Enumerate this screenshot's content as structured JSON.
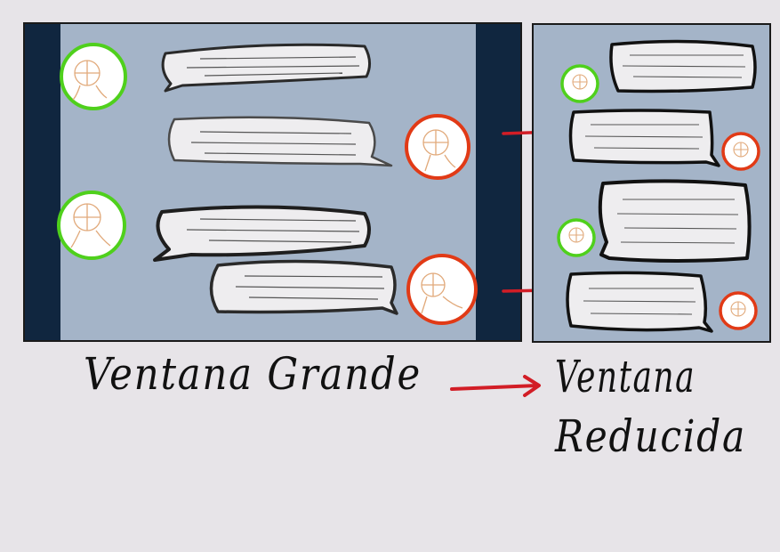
{
  "labels": {
    "large_window": "Ventana Grande",
    "reduced_window_line1": "Ventana",
    "reduced_window_line2": "Reducida"
  },
  "colors": {
    "background": "#e7e4e8",
    "window_fill": "#a4b4c8",
    "side_margin": "#10263f",
    "bubble_fill": "#eeedef",
    "bubble_stroke": "#2a2a2a",
    "avatar_self": "#4fd01c",
    "avatar_other": "#e13a16",
    "avatar_sketch": "#e1a97a",
    "arrow": "#d21d26"
  },
  "large_window": {
    "messages": [
      {
        "sender": "self",
        "avatar_icon": "user-avatar-icon"
      },
      {
        "sender": "other",
        "avatar_icon": "user-avatar-icon"
      },
      {
        "sender": "self",
        "avatar_icon": "user-avatar-icon"
      },
      {
        "sender": "other",
        "avatar_icon": "user-avatar-icon"
      }
    ]
  },
  "reduced_window": {
    "messages": [
      {
        "sender": "self",
        "avatar_icon": "user-avatar-icon"
      },
      {
        "sender": "other",
        "avatar_icon": "user-avatar-icon"
      },
      {
        "sender": "self",
        "avatar_icon": "user-avatar-icon"
      },
      {
        "sender": "other",
        "avatar_icon": "user-avatar-icon"
      }
    ]
  }
}
